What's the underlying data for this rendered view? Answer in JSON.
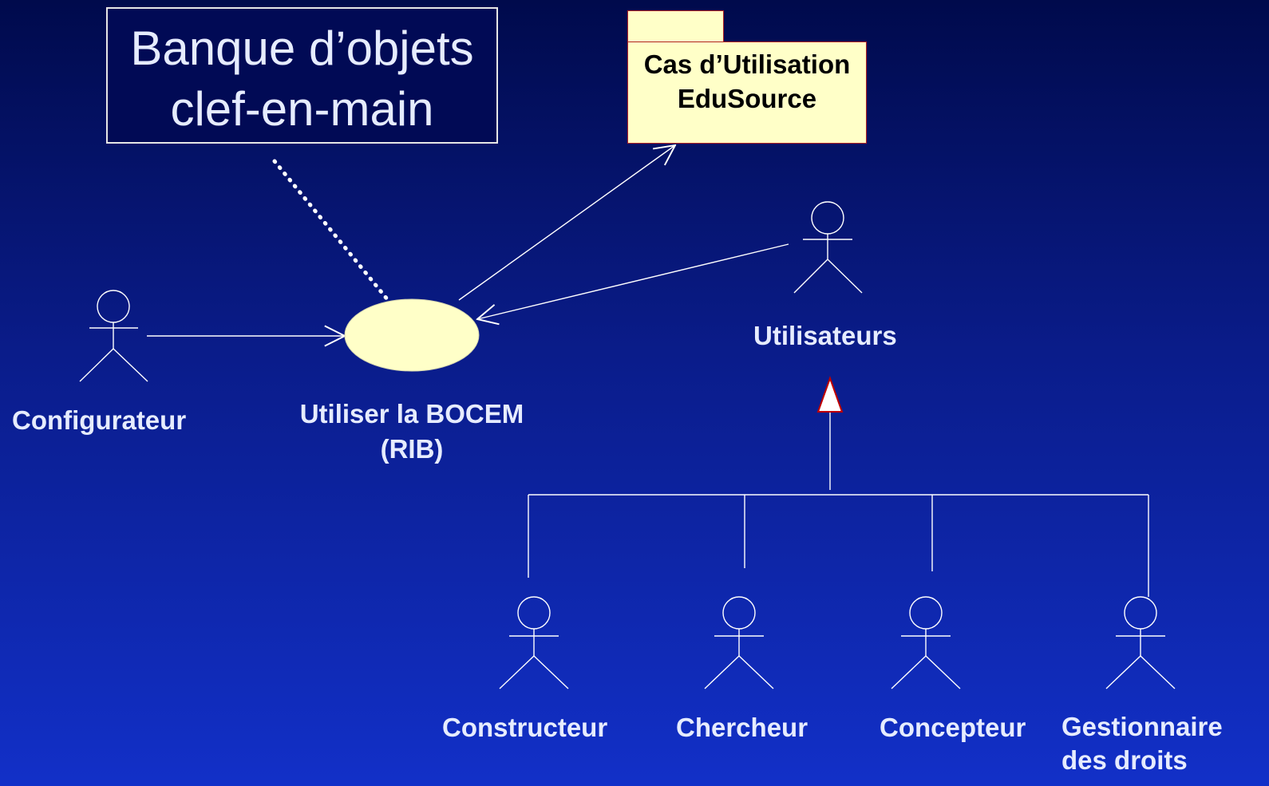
{
  "note": {
    "lines": [
      "Banque d’objets",
      "clef-en-main"
    ]
  },
  "package": {
    "lines": [
      "Cas d’Utilisation",
      "EduSource"
    ]
  },
  "use_case": {
    "lines": [
      "Utiliser la BOCEM",
      "(RIB)"
    ]
  },
  "actors": {
    "configurateur": {
      "lines": [
        "Configurateur"
      ]
    },
    "utilisateurs": {
      "lines": [
        "Utilisateurs"
      ]
    },
    "constructeur": {
      "lines": [
        "Constructeur"
      ]
    },
    "chercheur": {
      "lines": [
        "Chercheur"
      ]
    },
    "concepteur": {
      "lines": [
        "Concepteur"
      ]
    },
    "gestionnaire": {
      "lines": [
        "Gestionnaire",
        "des droits"
      ]
    }
  },
  "colors": {
    "background_top": "#000a4c",
    "background_bottom": "#1230c8",
    "line": "#ffffff",
    "label_text": "#e6ecff",
    "package_fill": "#ffffc8",
    "package_border": "#b22222",
    "use_case_fill": "#ffffc8",
    "generalization_arrow_fill": "#ffffff",
    "generalization_arrow_border": "#c00000"
  }
}
